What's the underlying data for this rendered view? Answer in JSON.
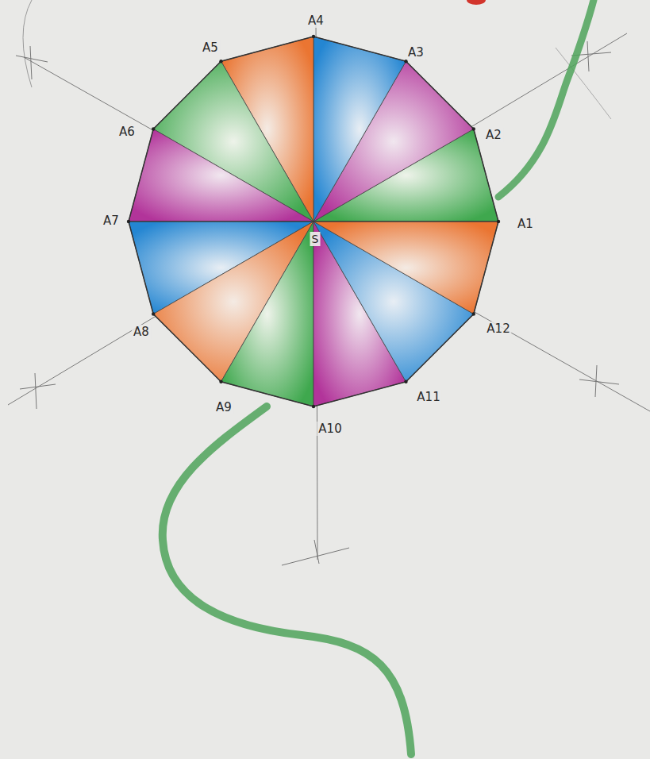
{
  "diagram": {
    "labels": [
      "A1",
      "A2",
      "A3",
      "A4",
      "A5",
      "A6",
      "A7",
      "A8",
      "A9",
      "A10",
      "A11",
      "A12",
      "S"
    ]
  }
}
